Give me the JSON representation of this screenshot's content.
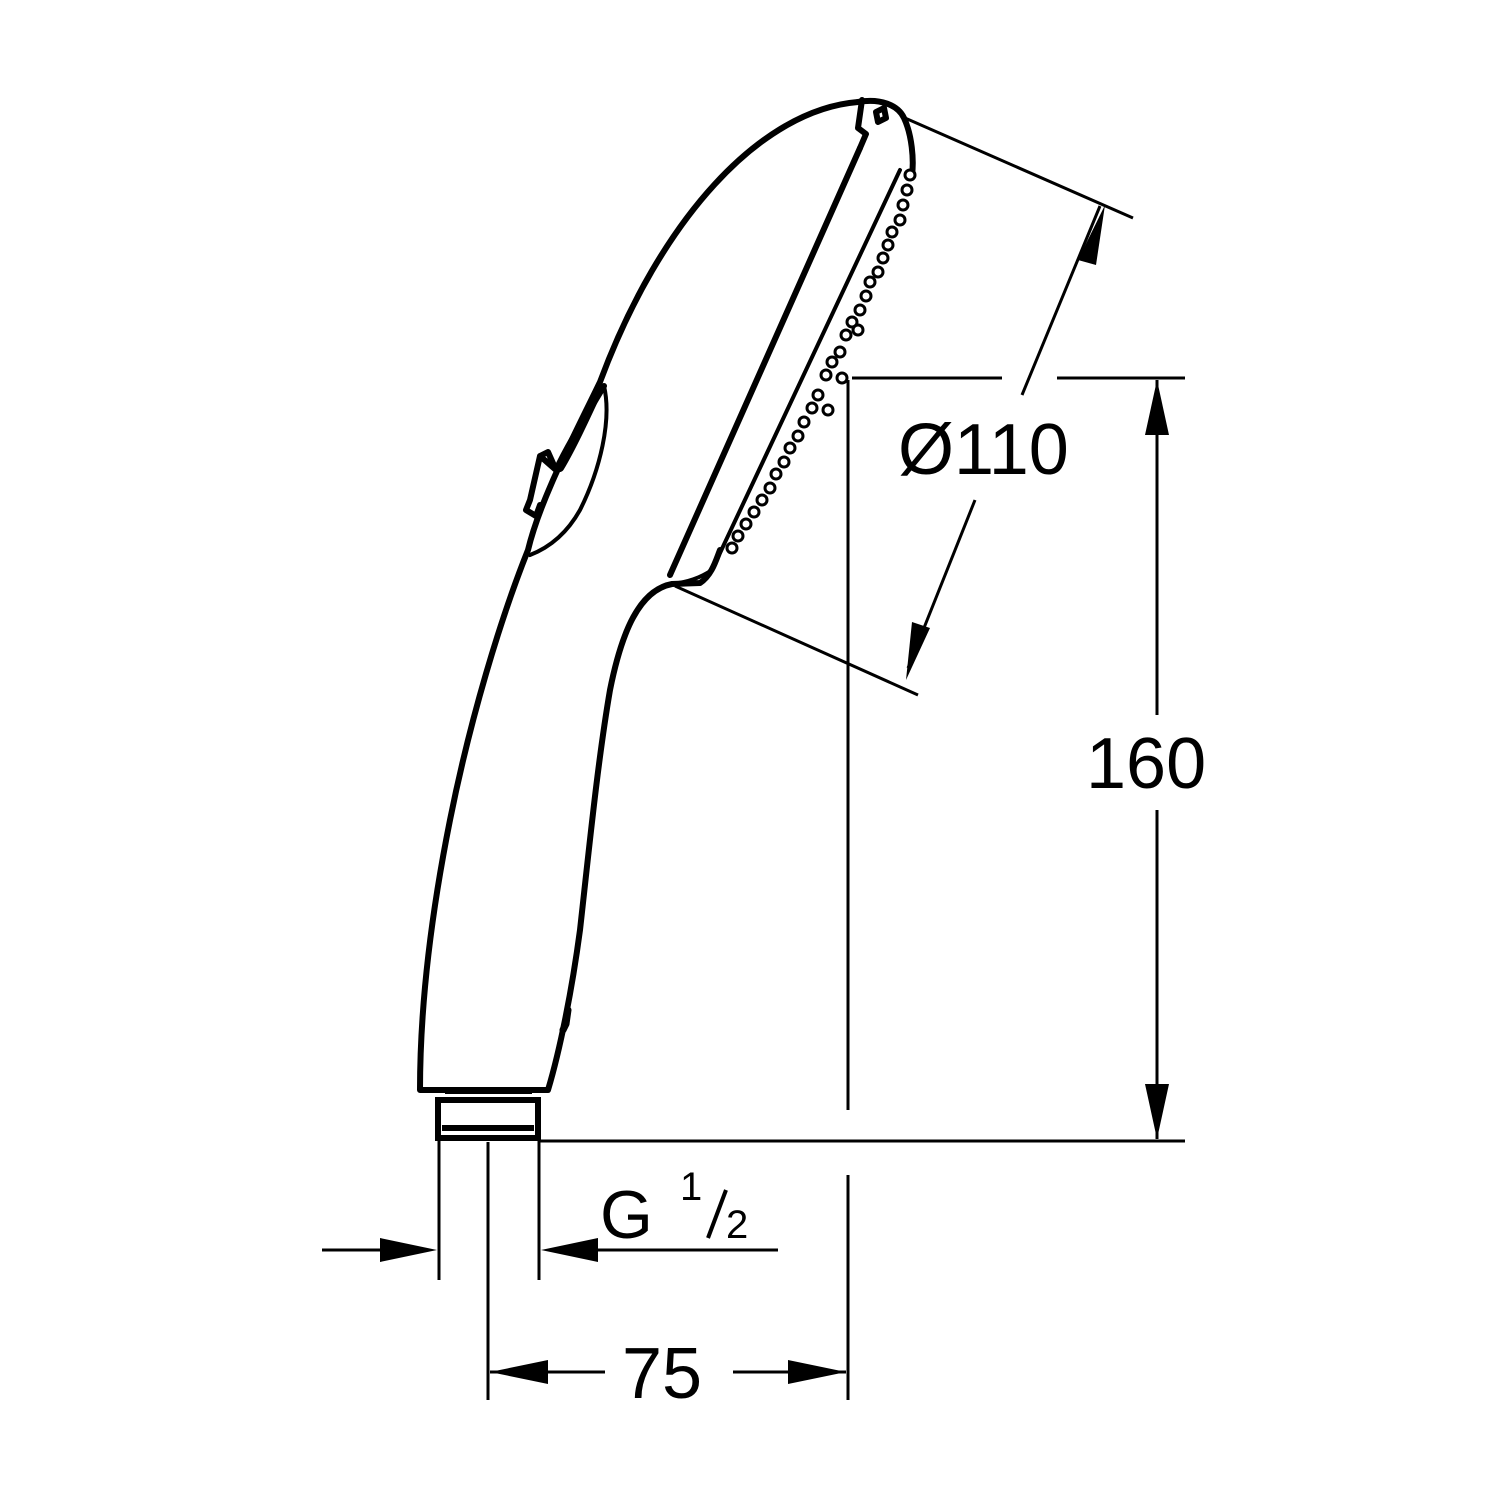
{
  "drawing": {
    "subject": "hand shower side view",
    "line_color": "#000000",
    "background_color": "#ffffff"
  },
  "dimensions": {
    "spray_face_diameter": {
      "symbol": "Ø",
      "value": "110",
      "label": "Ø110"
    },
    "height": {
      "value": "160",
      "label": "160"
    },
    "depth": {
      "value": "75",
      "label": "75"
    },
    "connection_thread": {
      "prefix": "G",
      "numerator": "1",
      "denominator": "2",
      "label": "G 1/2"
    }
  }
}
